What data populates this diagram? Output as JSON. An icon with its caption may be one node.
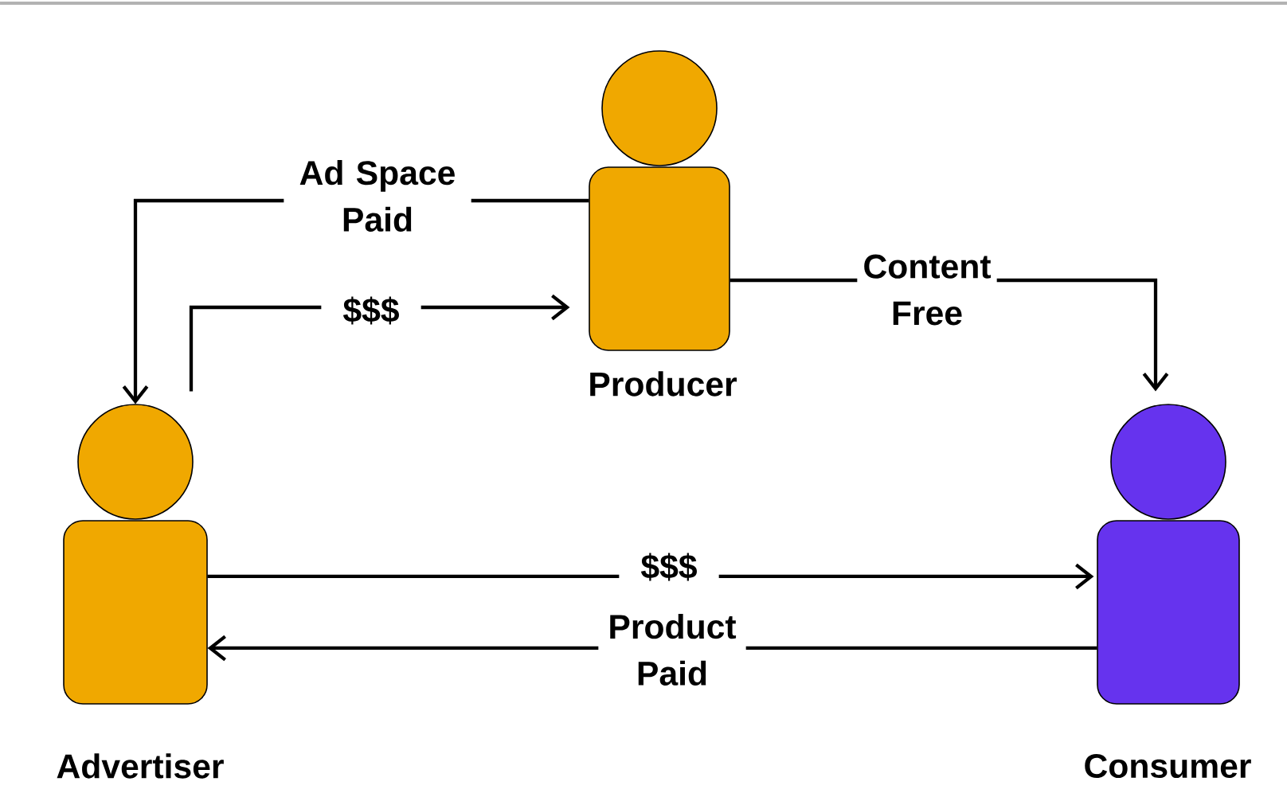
{
  "diagram": {
    "nodes": [
      {
        "text": [],
        "shape": "person",
        "beside": [
          "Producer"
        ]
      },
      {
        "text": [],
        "shape": "person",
        "beside": [
          "Advertiser"
        ]
      },
      {
        "text": [],
        "shape": "person",
        "beside": [
          "Consumer"
        ]
      }
    ],
    "edges": [
      {
        "from": 0,
        "to": 1,
        "arrow": "to",
        "label": "Ad Space Paid"
      },
      {
        "from": 1,
        "to": 0,
        "arrow": "to",
        "label": "$$$"
      },
      {
        "from": 0,
        "to": 2,
        "arrow": "to",
        "label": "Content Free"
      },
      {
        "from": 1,
        "to": 2,
        "arrow": "to",
        "label": "$$$"
      },
      {
        "from": 2,
        "to": 1,
        "arrow": "to",
        "label": "Product Paid"
      }
    ]
  }
}
